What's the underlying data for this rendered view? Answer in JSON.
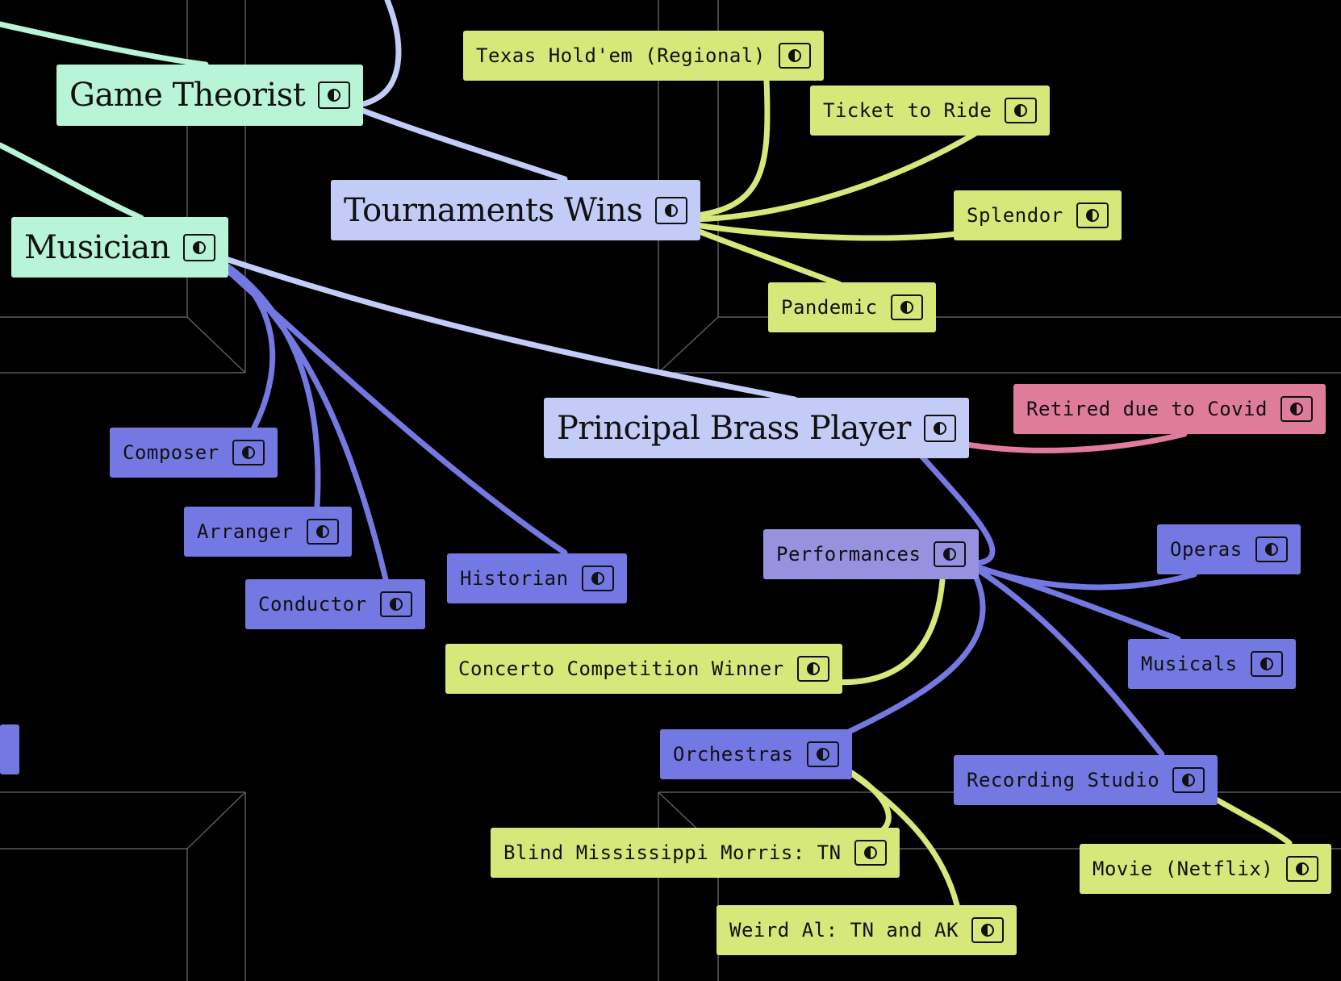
{
  "colors": {
    "background": "#000000",
    "grid_line": "#5a5a5a",
    "mint": "#b7f5d6",
    "periwinkle": "#c3ccf6",
    "lime": "#d6e87a",
    "blue": "#7478e2",
    "purple": "#9592e0",
    "pink": "#df7c9c"
  },
  "toggle_icon": "contrast-toggle-icon",
  "nodes": {
    "game_theorist": {
      "label": "Game Theorist",
      "color": "mint"
    },
    "musician": {
      "label": "Musician",
      "color": "mint"
    },
    "tournaments_wins": {
      "label": "Tournaments Wins",
      "color": "periwinkle"
    },
    "principal_brass_player": {
      "label": "Principal Brass Player",
      "color": "periwinkle"
    },
    "texas_holdem": {
      "label": "Texas Hold'em (Regional)",
      "color": "lime"
    },
    "ticket_to_ride": {
      "label": "Ticket to Ride",
      "color": "lime"
    },
    "splendor": {
      "label": "Splendor",
      "color": "lime"
    },
    "pandemic": {
      "label": "Pandemic",
      "color": "lime"
    },
    "retired_covid": {
      "label": "Retired due to Covid",
      "color": "pink"
    },
    "composer": {
      "label": "Composer",
      "color": "blue"
    },
    "arranger": {
      "label": "Arranger",
      "color": "blue"
    },
    "conductor": {
      "label": "Conductor",
      "color": "blue"
    },
    "historian": {
      "label": "Historian",
      "color": "blue"
    },
    "performances": {
      "label": "Performances",
      "color": "purple"
    },
    "operas": {
      "label": "Operas",
      "color": "blue"
    },
    "musicals": {
      "label": "Musicals",
      "color": "blue"
    },
    "concerto_winner": {
      "label": "Concerto Competition Winner",
      "color": "lime"
    },
    "orchestras": {
      "label": "Orchestras",
      "color": "blue"
    },
    "recording_studio": {
      "label": "Recording Studio",
      "color": "blue"
    },
    "blind_mississippi": {
      "label": "Blind Mississippi Morris: TN",
      "color": "lime"
    },
    "weird_al": {
      "label": "Weird Al: TN and AK",
      "color": "lime"
    },
    "movie_netflix": {
      "label": "Movie (Netflix)",
      "color": "lime"
    },
    "offscreen_left": {
      "label": "",
      "color": "blue"
    }
  },
  "edges": [
    {
      "from": "game_theorist",
      "to": "tournaments_wins",
      "color": "periwinkle"
    },
    {
      "from": "tournaments_wins",
      "to": "texas_holdem",
      "color": "lime"
    },
    {
      "from": "tournaments_wins",
      "to": "ticket_to_ride",
      "color": "lime"
    },
    {
      "from": "tournaments_wins",
      "to": "splendor",
      "color": "lime"
    },
    {
      "from": "tournaments_wins",
      "to": "pandemic",
      "color": "lime"
    },
    {
      "from": "musician",
      "to": "principal_brass_player",
      "color": "periwinkle"
    },
    {
      "from": "musician",
      "to": "composer",
      "color": "blue"
    },
    {
      "from": "musician",
      "to": "arranger",
      "color": "blue"
    },
    {
      "from": "musician",
      "to": "conductor",
      "color": "blue"
    },
    {
      "from": "musician",
      "to": "historian",
      "color": "blue"
    },
    {
      "from": "principal_brass_player",
      "to": "retired_covid",
      "color": "pink"
    },
    {
      "from": "principal_brass_player",
      "to": "performances",
      "color": "blue"
    },
    {
      "from": "performances",
      "to": "operas",
      "color": "blue"
    },
    {
      "from": "performances",
      "to": "musicals",
      "color": "blue"
    },
    {
      "from": "performances",
      "to": "recording_studio",
      "color": "blue"
    },
    {
      "from": "performances",
      "to": "orchestras",
      "color": "blue"
    },
    {
      "from": "performances",
      "to": "concerto_winner",
      "color": "lime"
    },
    {
      "from": "orchestras",
      "to": "blind_mississippi",
      "color": "lime"
    },
    {
      "from": "orchestras",
      "to": "weird_al",
      "color": "lime"
    },
    {
      "from": "recording_studio",
      "to": "movie_netflix",
      "color": "lime"
    }
  ]
}
